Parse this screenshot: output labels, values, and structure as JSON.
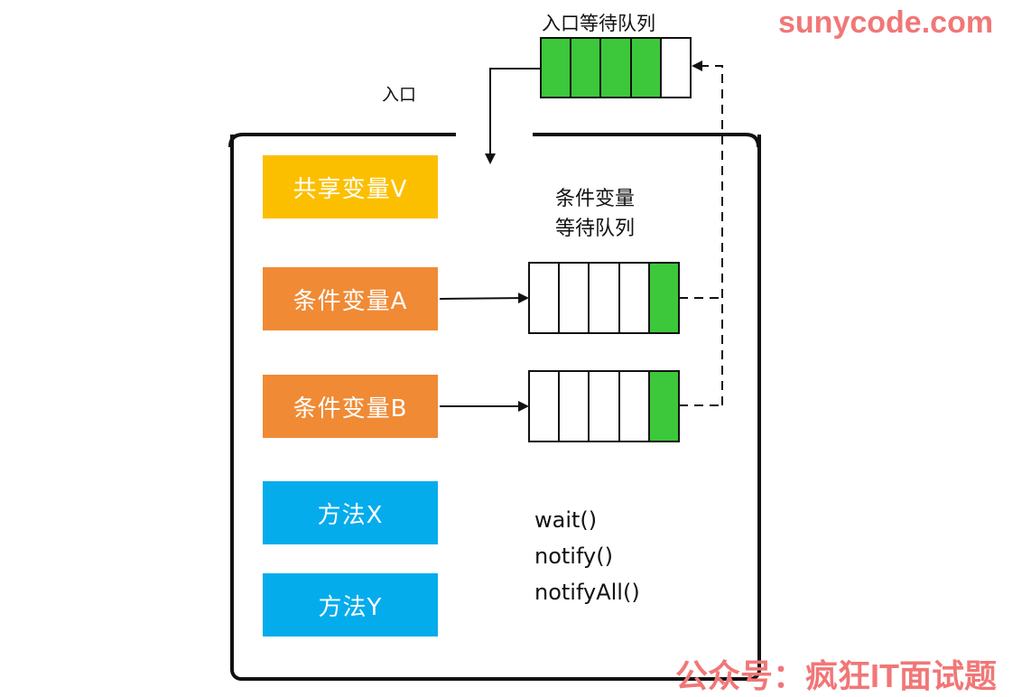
{
  "watermark": {
    "site": "sunycode.com",
    "wechat": "公众号：疯狂IT面试题"
  },
  "entry_label": "入口",
  "entry_queue": {
    "label": "入口等待队列",
    "cells": [
      true,
      true,
      true,
      true,
      false
    ]
  },
  "cv_queue_label": [
    "条件变量",
    "等待队列"
  ],
  "shared_var": "共享变量V",
  "cond_a": {
    "label": "条件变量A",
    "cells": [
      false,
      false,
      false,
      false,
      true
    ]
  },
  "cond_b": {
    "label": "条件变量B",
    "cells": [
      false,
      false,
      false,
      false,
      true
    ]
  },
  "method_x": "方法X",
  "method_y": "方法Y",
  "methods": [
    "wait()",
    "notify()",
    "notifyAll()"
  ],
  "colors": {
    "shared": "#fcbf00",
    "condition": "#f08a34",
    "method": "#05acec",
    "filled_cell": "#3cc83a",
    "watermark": "#f17777"
  }
}
